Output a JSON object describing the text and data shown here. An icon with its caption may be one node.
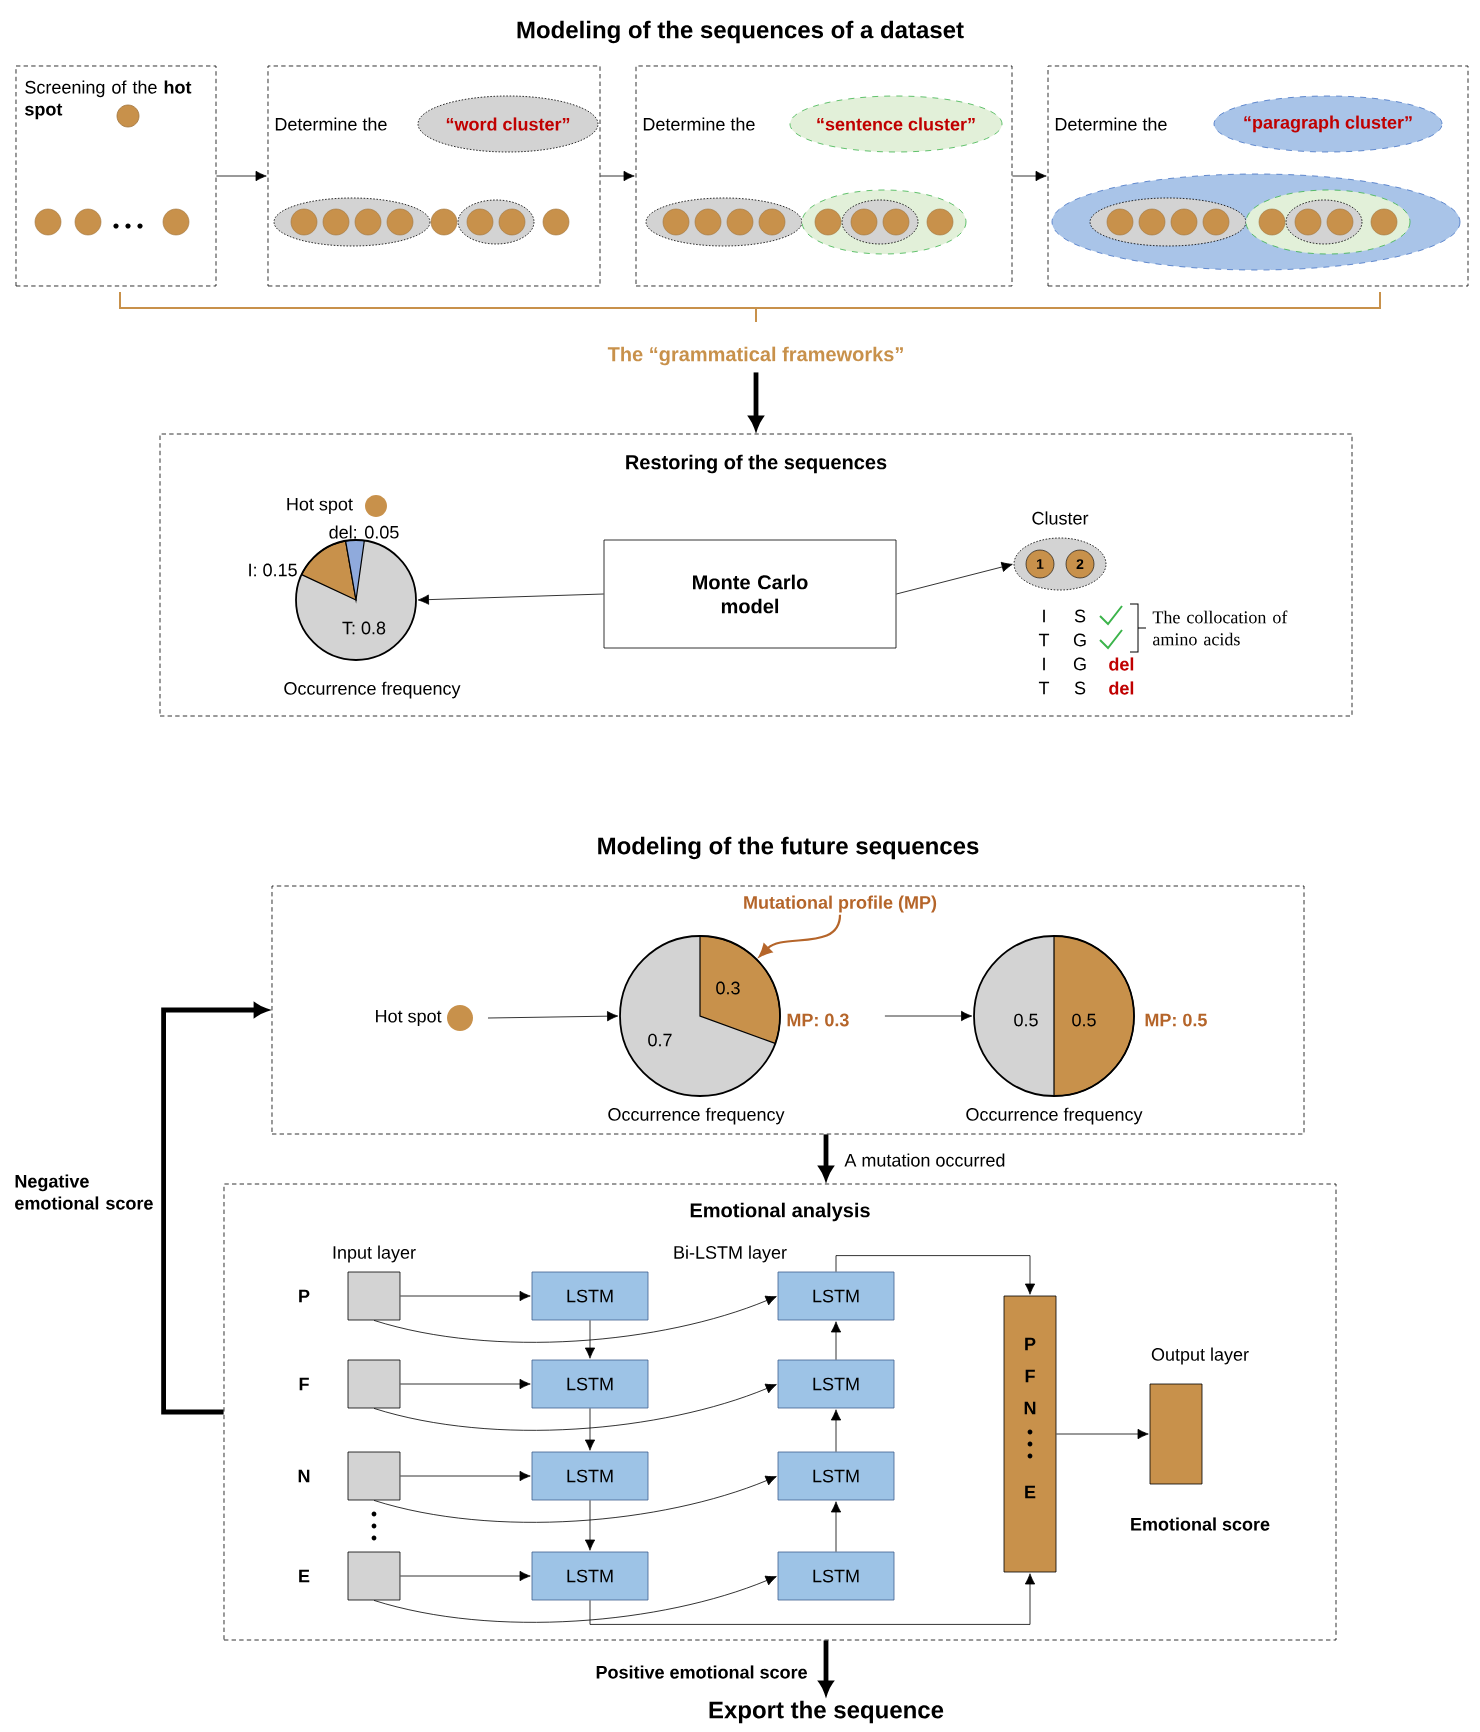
{
  "diagram": {
    "title": "Modeling of the sequences of a dataset",
    "nodes": [
      {
        "text": [
          "Screening of the **hot spot**"
        ]
      },
      {
        "text": [
          "Determine the"
        ]
      },
      {
        "text": [
          "“word cluster”"
        ],
        "in": 1
      },
      {
        "text": [
          "Determine the"
        ]
      },
      {
        "text": [
          "“sentence cluster”"
        ],
        "in": 3
      },
      {
        "text": [
          "Determine the"
        ]
      },
      {
        "text": [
          "“paragraph cluster”"
        ],
        "in": 5
      },
      {
        "text": [
          "The “grammatical frameworks”"
        ]
      },
      {
        "text": [
          "Restoring of the sequences"
        ]
      },
      {
        "text": [
          "T: 0.8"
        ],
        "beside": [
          "Hot spot",
          "del: 0.05",
          "I: 0.15",
          "Occurrence frequency"
        ],
        "in": 8
      },
      {
        "text": [
          "Monte Carlo model"
        ],
        "in": 8
      },
      {
        "text": [
          "1",
          "2"
        ],
        "beside": [
          "Cluster"
        ],
        "in": 8
      },
      {
        "text": [
          "Modeling of the future sequences"
        ]
      },
      {
        "text": [
          "Hot spot"
        ],
        "in": 12
      },
      {
        "text": [
          "Mutational profile (MP)"
        ],
        "in": 12
      },
      {
        "text": [
          "0.3",
          "0.7"
        ],
        "beside": [
          "MP: 0.3",
          "Occurrence frequency"
        ],
        "in": 12
      },
      {
        "text": [
          "0.5",
          "0.5"
        ],
        "beside": [
          "MP: 0.5",
          "Occurrence frequency"
        ],
        "in": 12
      },
      {
        "text": [
          "Emotional analysis"
        ]
      },
      {
        "text": [],
        "shape": "box",
        "beside": [
          "Input layer",
          "P"
        ],
        "in": 17
      },
      {
        "text": [],
        "shape": "box",
        "beside": [
          "F"
        ],
        "in": 17
      },
      {
        "text": [],
        "shape": "box",
        "beside": [
          "N"
        ],
        "in": 17
      },
      {
        "text": [],
        "shape": "box",
        "beside": [
          "E"
        ],
        "in": 17
      },
      {
        "text": [
          "LSTM"
        ],
        "in": 17
      },
      {
        "text": [
          "LSTM"
        ],
        "in": 17
      },
      {
        "text": [
          "LSTM"
        ],
        "in": 17
      },
      {
        "text": [
          "LSTM"
        ],
        "in": 17
      },
      {
        "text": [
          "LSTM"
        ],
        "in": 17
      },
      {
        "text": [
          "LSTM"
        ],
        "in": 17
      },
      {
        "text": [
          "LSTM"
        ],
        "in": 17
      },
      {
        "text": [
          "LSTM"
        ],
        "in": 17
      },
      {
        "text": [
          "P",
          "F",
          "N",
          "E"
        ],
        "in": 17
      },
      {
        "text": [],
        "shape": "box",
        "beside": [
          "Output layer",
          "Emotional score"
        ],
        "in": 17
      },
      {
        "text": [
          "Export the sequence"
        ]
      }
    ],
    "edges": [
      {
        "from": 0,
        "to": 1,
        "arrow": "to"
      },
      {
        "from": 1,
        "to": 3,
        "arrow": "to"
      },
      {
        "from": 3,
        "to": 5,
        "arrow": "to"
      },
      {
        "from": 7,
        "to": 8,
        "arrow": "to",
        "style": "thick"
      },
      {
        "from": 10,
        "to": 9,
        "arrow": "to"
      },
      {
        "from": 10,
        "to": 11,
        "arrow": "to"
      },
      {
        "from": 13,
        "to": 15,
        "arrow": "to"
      },
      {
        "from": 14,
        "to": 15,
        "arrow": "to",
        "color": "#b5652a"
      },
      {
        "from": 15,
        "to": 16,
        "arrow": "to"
      },
      {
        "from": 12,
        "to": 17,
        "arrow": "to",
        "style": "thick",
        "label": "A mutation occurred"
      },
      {
        "from": 17,
        "to": 12,
        "arrow": "to",
        "style": "thick",
        "label": "Negative emotional score"
      },
      {
        "from": 18,
        "to": 22,
        "arrow": "to"
      },
      {
        "from": 19,
        "to": 23,
        "arrow": "to"
      },
      {
        "from": 20,
        "to": 24,
        "arrow": "to"
      },
      {
        "from": 21,
        "to": 25,
        "arrow": "to"
      },
      {
        "from": 18,
        "to": 26,
        "arrow": "to"
      },
      {
        "from": 19,
        "to": 27,
        "arrow": "to"
      },
      {
        "from": 20,
        "to": 28,
        "arrow": "to"
      },
      {
        "from": 21,
        "to": 29,
        "arrow": "to"
      },
      {
        "from": 22,
        "to": 23,
        "arrow": "to"
      },
      {
        "from": 23,
        "to": 24,
        "arrow": "to"
      },
      {
        "from": 24,
        "to": 25,
        "arrow": "to"
      },
      {
        "from": 29,
        "to": 28,
        "arrow": "to"
      },
      {
        "from": 28,
        "to": 27,
        "arrow": "to"
      },
      {
        "from": 27,
        "to": 26,
        "arrow": "to"
      },
      {
        "from": 26,
        "to": 30,
        "arrow": "to"
      },
      {
        "from": 25,
        "to": 30,
        "arrow": "to"
      },
      {
        "from": 30,
        "to": 31,
        "arrow": "to"
      },
      {
        "from": 17,
        "to": 32,
        "arrow": "to",
        "style": "thick",
        "label": "Positive emotional score"
      }
    ],
    "labels": [
      "I",
      "S",
      "The collocation of amino acids",
      "T",
      "G",
      "I",
      "G",
      "del",
      "T",
      "S",
      "del",
      "Bi-LSTM layer"
    ]
  }
}
